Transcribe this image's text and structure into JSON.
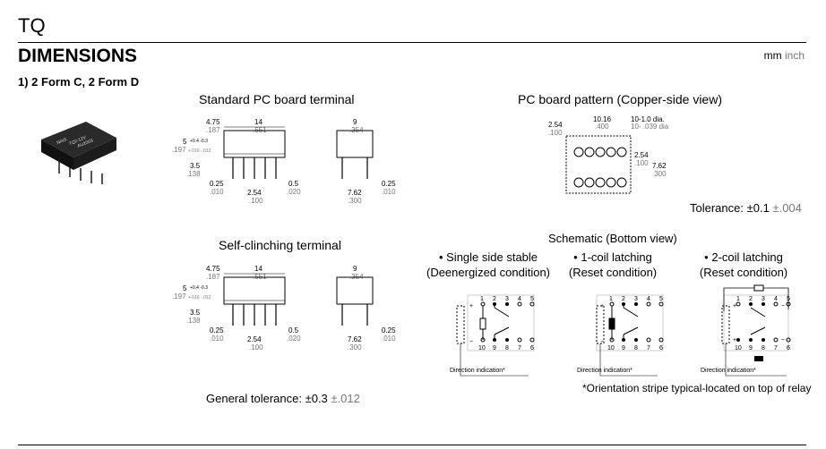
{
  "header": {
    "model": "TQ",
    "title": "DIMENSIONS",
    "units_mm": "mm",
    "units_inch": "inch",
    "section": "1) 2 Form C, 2 Form D"
  },
  "product_image": {
    "marking_lines": [
      "NAiS",
      "TQ2-12V",
      "AU2003"
    ]
  },
  "std_terminal": {
    "caption": "Standard PC board terminal",
    "dims": {
      "w_mm": "4.75",
      "w_in": ".187",
      "len_mm": "14",
      "len_in": ".551",
      "h_mm": "5",
      "h_tol": "+0.4 -0.3",
      "h_in": ".197",
      "h_in_tol": "+.016 -.012",
      "pin_mm": "3.5",
      "pin_in": ".138",
      "t_mm": "0.25",
      "t_in": ".010",
      "pitch_mm": "2.54",
      "pitch_in": ".100",
      "pw_mm": "0.5",
      "pw_in": ".020",
      "sw_mm": "9",
      "sw_in": ".354",
      "rs_mm": "7.62",
      "rs_in": ".300",
      "st_mm": "0.25",
      "st_in": ".010"
    }
  },
  "self_clinch": {
    "caption": "Self-clinching terminal"
  },
  "general_tolerance": {
    "label": "General tolerance:",
    "mm": "±0.3",
    "inch": "±.012"
  },
  "pcb_pattern": {
    "caption": "PC board pattern (Copper-side view)",
    "pitch_mm": "10.16",
    "pitch_in": ".400",
    "hole_mm": "10-1.0 dia.",
    "hole_in": "10- .039 dia",
    "x_mm": "2.54",
    "x_in": ".100",
    "row_mm": "2.54",
    "row_in": ".100",
    "rowsp_mm": "7.62",
    "rowsp_in": ".300",
    "tolerance_label": "Tolerance:",
    "tolerance_mm": "±0.1",
    "tolerance_in": "±.004"
  },
  "schematic": {
    "title": "Schematic (Bottom view)",
    "panels": [
      {
        "line1": "• Single side stable",
        "line2": "(Deenergized condition)"
      },
      {
        "line1": "• 1-coil latching",
        "line2": "(Reset condition)"
      },
      {
        "line1": "• 2-coil latching",
        "line2": "(Reset condition)"
      }
    ],
    "top_pins": [
      "1",
      "2",
      "3",
      "4",
      "5"
    ],
    "bottom_pins": [
      "10",
      "9",
      "8",
      "7",
      "6"
    ],
    "direction_label": "Direction indication*",
    "plus": "+",
    "minus": "−",
    "footnote": "*Orientation stripe typical-located on top of relay"
  }
}
